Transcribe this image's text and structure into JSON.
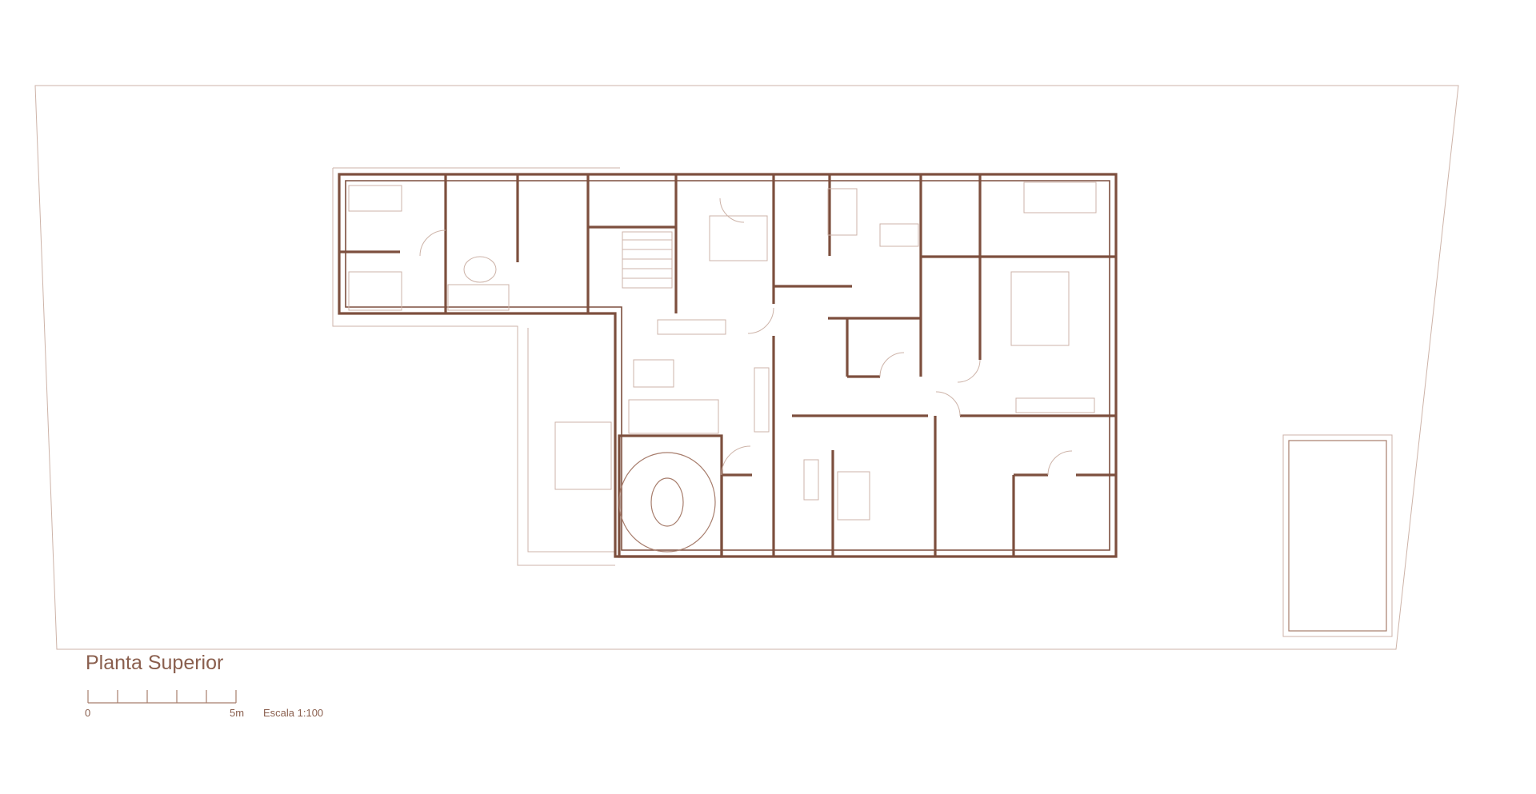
{
  "plan": {
    "title": "Planta Superior",
    "scale_bar": {
      "start_label": "0",
      "end_label": "5m",
      "divisions": 5
    },
    "scale_text": "Escala 1:100"
  },
  "colors": {
    "wall": "#7d4f3e",
    "line": "#cdb3a8",
    "text": "#8a5f4e"
  }
}
